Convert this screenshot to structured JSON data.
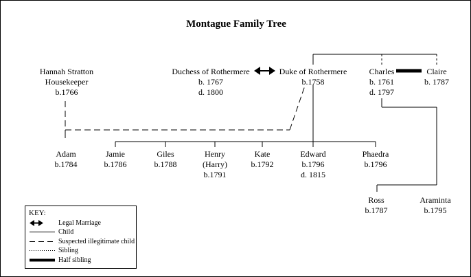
{
  "title": "Montague Family Tree",
  "people": {
    "hannah": {
      "line1": "Hannah Stratton",
      "line2": "Housekeeper",
      "line3": "b.1766"
    },
    "duchess": {
      "line1": "Duchess of Rothermere",
      "line2": "b. 1767",
      "line3": "d. 1800"
    },
    "duke": {
      "line1": "Duke of Rothermere",
      "line2": "b.1758"
    },
    "charles": {
      "line1": "Charles",
      "line2": "b. 1761",
      "line3": "d. 1797"
    },
    "claire": {
      "line1": "Claire",
      "line2": "b. 1787"
    },
    "adam": {
      "line1": "Adam",
      "line2": "b.1784"
    },
    "jamie": {
      "line1": "Jamie",
      "line2": "b.1786"
    },
    "giles": {
      "line1": "Giles",
      "line2": "b.1788"
    },
    "henry": {
      "line1": "Henry",
      "line2": "(Harry)",
      "line3": "b.1791"
    },
    "kate": {
      "line1": "Kate",
      "line2": "b.1792"
    },
    "edward": {
      "line1": "Edward",
      "line2": "b.1796",
      "line3": "d. 1815"
    },
    "phaedra": {
      "line1": "Phaedra",
      "line2": "b.1796"
    },
    "ross": {
      "line1": "Ross",
      "line2": "b.1787"
    },
    "araminta": {
      "line1": "Araminta",
      "line2": "b.1795"
    }
  },
  "key": {
    "title": "KEY:",
    "items": [
      {
        "label": "Legal Marriage",
        "style": "marriage"
      },
      {
        "label": "Child",
        "style": "solid"
      },
      {
        "label": "Suspected illegitimate child",
        "style": "dashed"
      },
      {
        "label": "Sibling",
        "style": "dotted"
      },
      {
        "label": "Half sibling",
        "style": "thick"
      }
    ]
  }
}
